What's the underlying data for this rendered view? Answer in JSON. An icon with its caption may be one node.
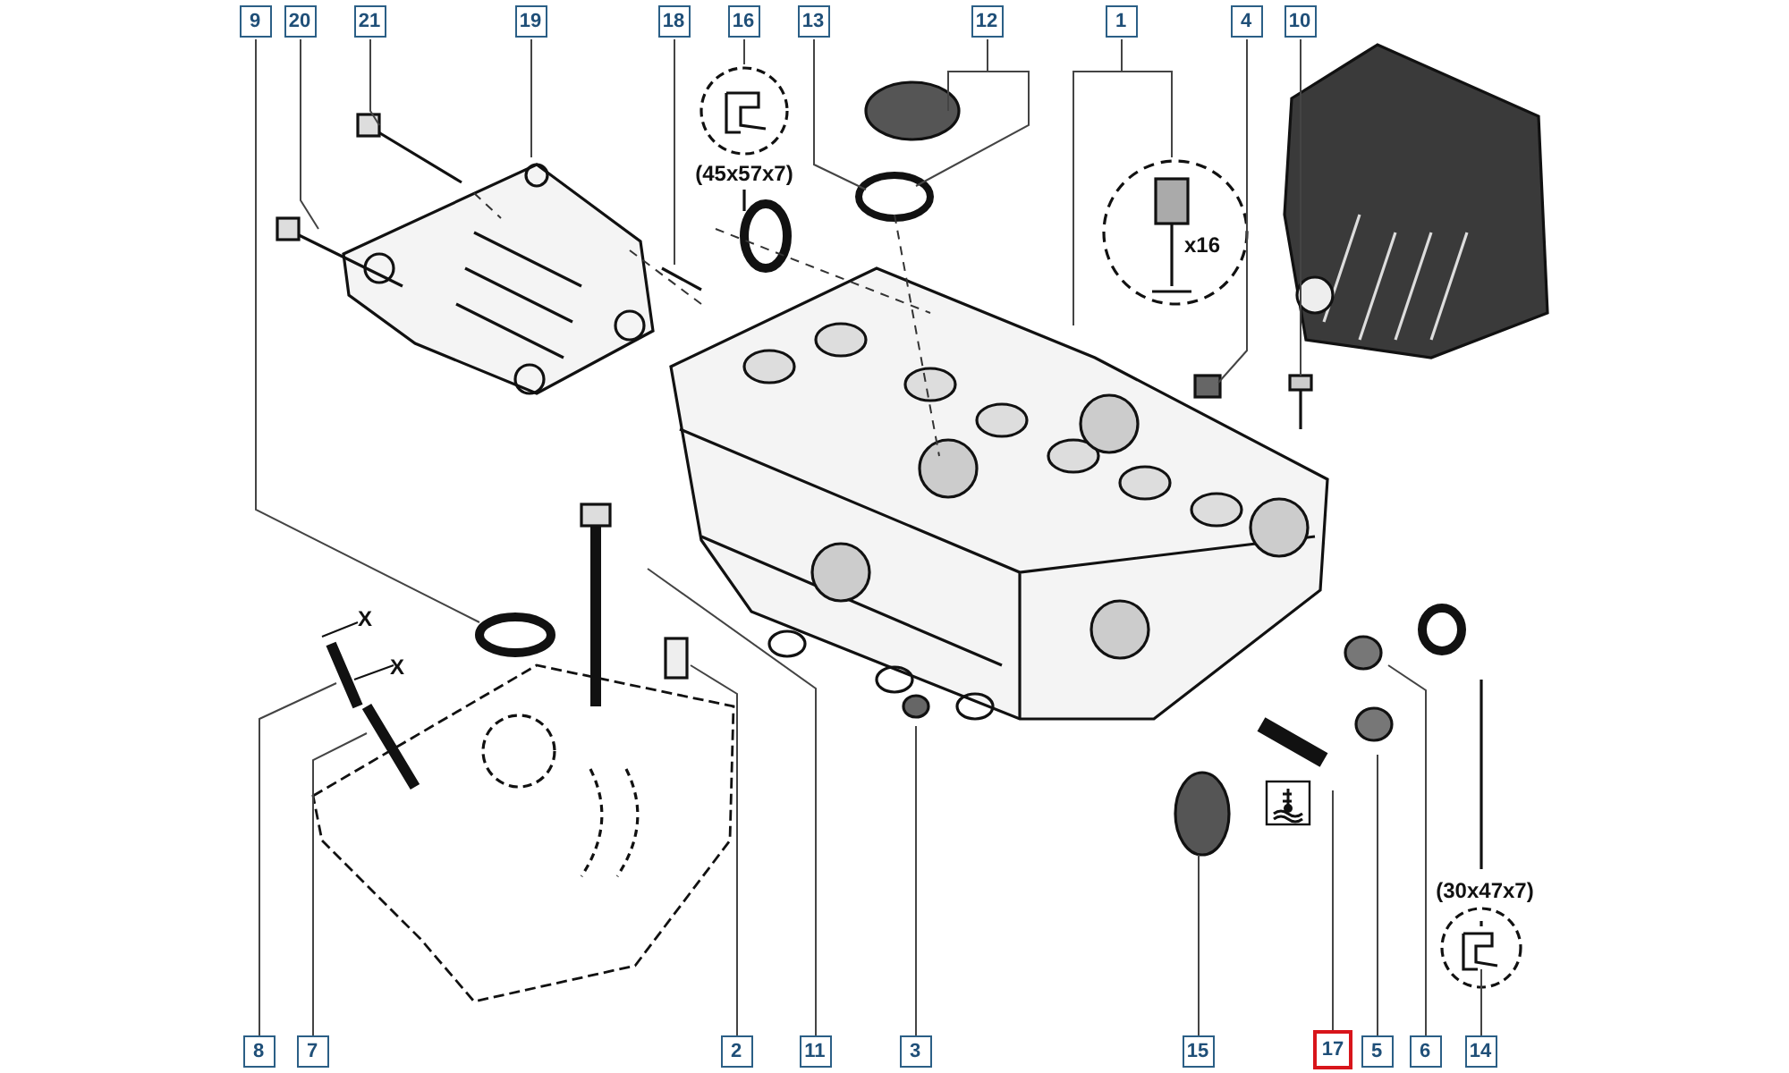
{
  "diagram": {
    "nodes": [
      {
        "text": [
          "9"
        ]
      },
      {
        "text": [
          "20"
        ]
      },
      {
        "text": [
          "21"
        ]
      },
      {
        "text": [
          "19"
        ]
      },
      {
        "text": [
          "18"
        ]
      },
      {
        "text": [
          "16"
        ]
      },
      {
        "text": [
          "13"
        ]
      },
      {
        "text": [
          "12"
        ]
      },
      {
        "text": [
          "1"
        ]
      },
      {
        "text": [
          "4"
        ]
      },
      {
        "text": [
          "10"
        ]
      },
      {
        "text": [
          "8"
        ]
      },
      {
        "text": [
          "7"
        ]
      },
      {
        "text": [
          "2"
        ]
      },
      {
        "text": [
          "11"
        ]
      },
      {
        "text": [
          "3"
        ]
      },
      {
        "text": [
          "15"
        ]
      },
      {
        "text": [
          "17"
        ]
      },
      {
        "text": [
          "5"
        ]
      },
      {
        "text": [
          "6"
        ]
      },
      {
        "text": [
          "14"
        ]
      }
    ],
    "edges": [
      {
        "from": 0,
        "to": null,
        "arrow": "none"
      },
      {
        "from": 1,
        "to": null,
        "arrow": "none"
      },
      {
        "from": 2,
        "to": null,
        "arrow": "none"
      },
      {
        "from": 3,
        "to": null,
        "arrow": "none"
      },
      {
        "from": 4,
        "to": null,
        "arrow": "none"
      },
      {
        "from": 5,
        "to": null,
        "arrow": "none"
      },
      {
        "from": 6,
        "to": null,
        "arrow": "none"
      },
      {
        "from": 7,
        "to": null,
        "arrow": "none"
      },
      {
        "from": 7,
        "to": null,
        "arrow": "none"
      },
      {
        "from": 8,
        "to": null,
        "arrow": "none"
      },
      {
        "from": 8,
        "to": null,
        "arrow": "none"
      },
      {
        "from": 9,
        "to": null,
        "arrow": "none"
      },
      {
        "from": 10,
        "to": null,
        "arrow": "none"
      },
      {
        "from": 11,
        "to": null,
        "arrow": "none"
      },
      {
        "from": 12,
        "to": null,
        "arrow": "none"
      },
      {
        "from": 13,
        "to": null,
        "arrow": "none"
      },
      {
        "from": 14,
        "to": null,
        "arrow": "none"
      },
      {
        "from": 15,
        "to": null,
        "arrow": "none"
      },
      {
        "from": 16,
        "to": null,
        "arrow": "none"
      },
      {
        "from": 17,
        "to": null,
        "arrow": "none"
      },
      {
        "from": 18,
        "to": null,
        "arrow": "none"
      },
      {
        "from": 19,
        "to": null,
        "arrow": "none"
      },
      {
        "from": 20,
        "to": null,
        "arrow": "none"
      }
    ],
    "labels": [
      "(45x57x7)",
      "x16",
      "X",
      "X",
      "(30x47x7)"
    ]
  }
}
